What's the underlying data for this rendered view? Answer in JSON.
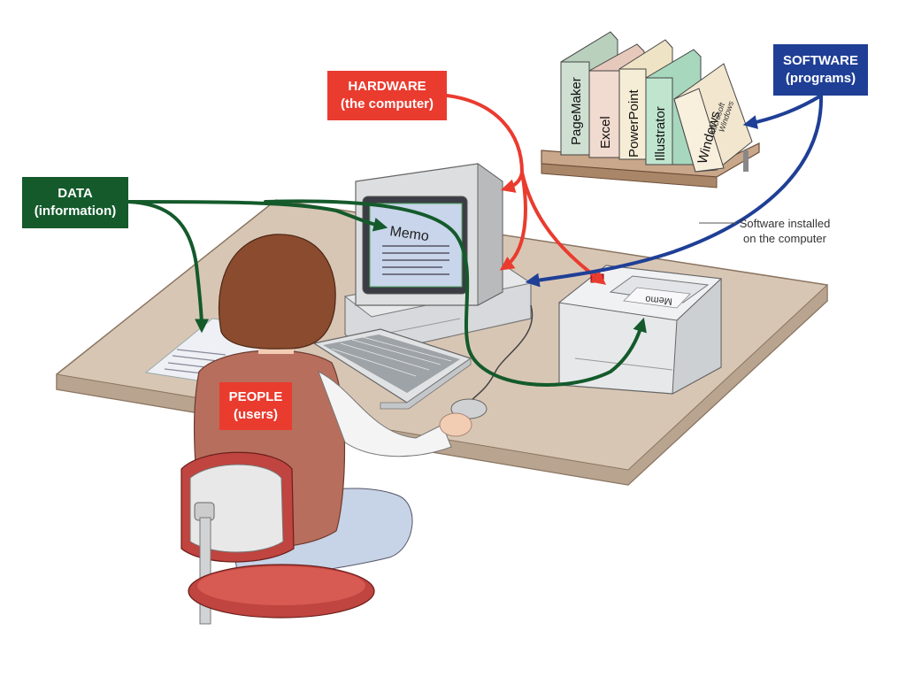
{
  "labels": {
    "hardware": {
      "line1": "HARDWARE",
      "line2": "(the computer)"
    },
    "software": {
      "line1": "SOFTWARE",
      "line2": "(programs)"
    },
    "data": {
      "line1": "DATA",
      "line2": "(information)"
    },
    "people": {
      "line1": "PEOPLE",
      "line2": "(users)"
    }
  },
  "note": {
    "line1": "Software installed",
    "line2": "on the computer"
  },
  "books": [
    "PageMaker",
    "Excel",
    "PowerPoint",
    "Illustrator",
    "Windows"
  ],
  "book_cover_text": {
    "line1": "Microsoft",
    "line2": "Windows"
  },
  "screen_text": "Memo",
  "printer_text": "Memo",
  "colors": {
    "hardware": "#ea3b2f",
    "software": "#1f3f96",
    "data": "#145a2b",
    "people": "#ea3b2f"
  }
}
